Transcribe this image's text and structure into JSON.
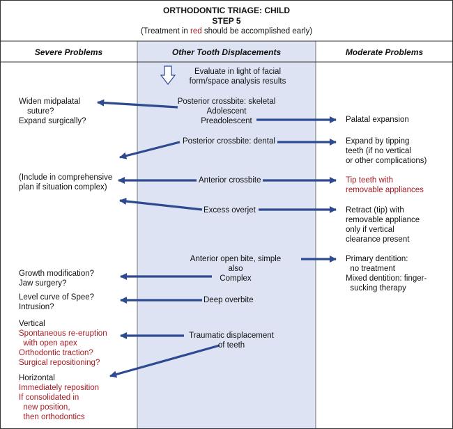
{
  "header": {
    "title": "ORTHODONTIC TRIAGE: CHILD",
    "step": "STEP 5",
    "note_prefix": "(Treatment in ",
    "note_red": "red",
    "note_suffix": " should be accomplished early)"
  },
  "columns": {
    "left": "Severe Problems",
    "middle": "Other Tooth Displacements",
    "right": "Moderate Problems"
  },
  "middle": {
    "evaluate": [
      "Evaluate in light of facial",
      "form/space analysis results"
    ],
    "posterior_skeletal": [
      "Posterior crossbite: skeletal",
      "Adolescent",
      "Preadolescent"
    ],
    "posterior_dental": "Posterior crossbite: dental",
    "anterior_crossbite": "Anterior crossbite",
    "excess_overjet": "Excess overjet",
    "open_bite": [
      "Anterior open bite, simple",
      "also",
      "Complex"
    ],
    "deep_overbite": "Deep overbite",
    "traumatic": [
      "Traumatic displacement",
      "of teeth"
    ]
  },
  "left": {
    "widen": [
      "Widen midpalatal",
      "suture?",
      "Expand surgically?"
    ],
    "include": [
      "(Include in comprehensive",
      "plan if situation complex)"
    ],
    "growth": [
      "Growth modification?",
      "Jaw surgery?"
    ],
    "level": [
      "Level curve of Spee?",
      "Intrusion?"
    ],
    "vertical_label": "Vertical",
    "vertical_items": [
      "Spontaneous re-eruption",
      "  with open apex",
      "Orthodontic traction?",
      "Surgical repositioning?"
    ],
    "horizontal_label": "Horizontal",
    "horizontal_items": [
      "Immediately reposition",
      "If consolidated in",
      "  new position,",
      "  then orthodontics"
    ]
  },
  "right": {
    "palatal": "Palatal expansion",
    "expand_tipping": [
      "Expand by tipping",
      "teeth (if no vertical",
      "or other complications)"
    ],
    "tip_teeth": [
      "Tip teeth with",
      "removable appliances"
    ],
    "retract": [
      "Retract (tip) with",
      "removable appliance",
      "only if vertical",
      "clearance present"
    ],
    "primary": [
      "Primary dentition:",
      "  no treatment",
      "Mixed dentition: finger-",
      "  sucking therapy"
    ]
  },
  "colors": {
    "arrow": "#2e4a91",
    "column_fill": "#dde3f2",
    "red_text": "#a51c24",
    "border": "#333333"
  }
}
